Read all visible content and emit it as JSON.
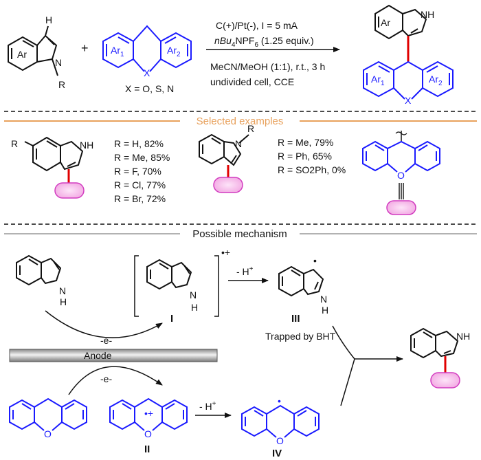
{
  "colors": {
    "black": "#111111",
    "blue": "#1a1aff",
    "red": "#e00000",
    "orange": "#e8a15c",
    "gray": "#999999",
    "pink_fill": "#f6b8ea",
    "pink_stroke": "#d23cc0",
    "anode_fill": "#bdbdbd"
  },
  "scheme": {
    "plus": "+",
    "reactant_ar": "Ar",
    "reactant_h": "H",
    "reactant_n": "N",
    "reactant_r": "R",
    "xanthene_ar1": "Ar",
    "xanthene_ar1_sub": "1",
    "xanthene_ar2": "Ar",
    "xanthene_ar2_sub": "2",
    "xanthene_x": "X",
    "x_options": "X = O, S, N",
    "conditions": {
      "line1": "C(+)/Pt(-), I = 5 mA",
      "line2_pre": "nBu",
      "line2_sub1": "4",
      "line2_mid": "NPF",
      "line2_sub2": "6",
      "line2_post": " (1.25 equiv.)",
      "line3": "MeCN/MeOH (1:1), r.t., 3 h",
      "line4": "undivided cell, CCE"
    },
    "product_ar": "Ar",
    "product_nh": "NH",
    "product_ar1": "Ar",
    "product_ar1_sub": "1",
    "product_ar2": "Ar",
    "product_ar2_sub": "2",
    "product_x": "X"
  },
  "selected": {
    "header": "Selected examples",
    "ex1_r": "R",
    "ex1_nh": "NH",
    "ex1_yields": [
      "R = H, 82%",
      "R = Me, 85%",
      "R = F, 70%",
      "R = Cl, 77%",
      "R = Br, 72%"
    ],
    "ex2_n": "N",
    "ex2_r": "R",
    "ex2_yields": [
      "R = Me, 79%",
      "R = Ph, 65%",
      "R = SO2Ph, 0%"
    ],
    "ex3_o": "O"
  },
  "mechanism": {
    "header": "Possible mechanism",
    "indole_n": "N",
    "indole_h": "H",
    "radical_cation": "•+",
    "label_I": "I",
    "minus_h": "- H",
    "minus_h_sup": "+",
    "label_III": "III",
    "trapped": "Trapped by BHT",
    "electron1": "-e-",
    "electron2": "-e-",
    "anode": "Anode",
    "label_II": "II",
    "label_IV": "IV",
    "xanthene_o": "O",
    "product_nh": "NH",
    "radical_dot": "•"
  }
}
